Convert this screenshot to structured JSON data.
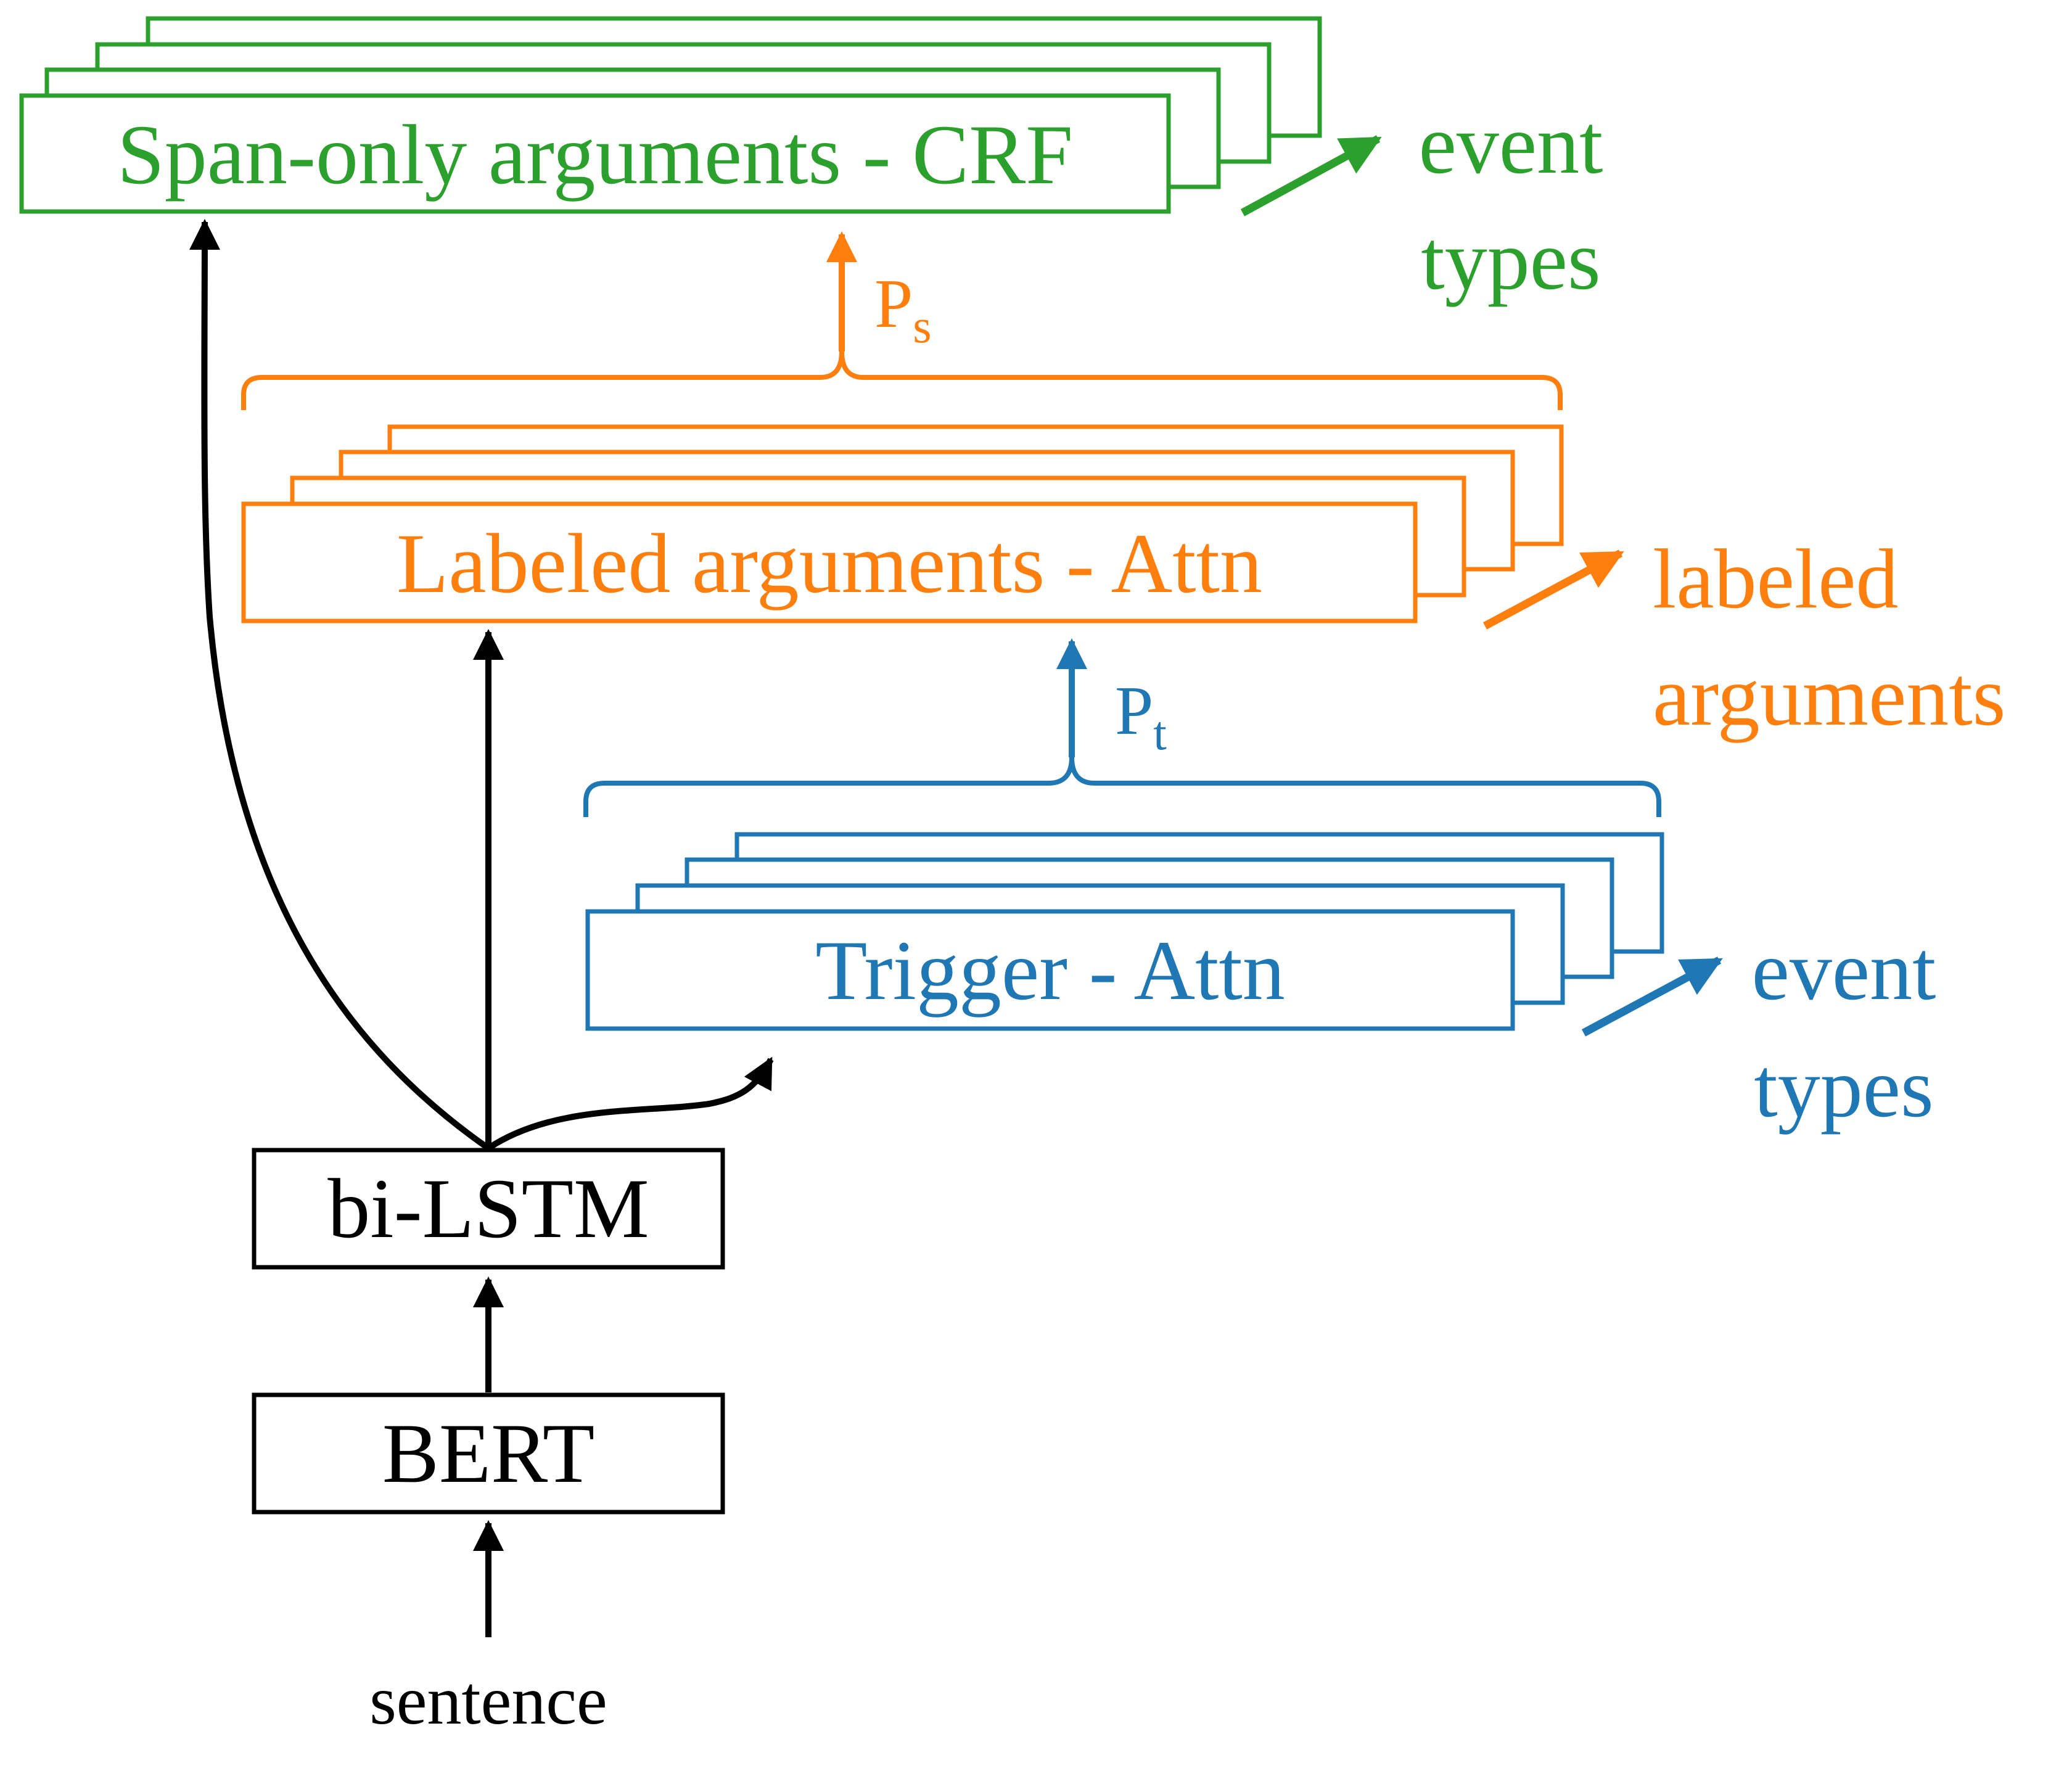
{
  "colors": {
    "black": "#000000",
    "green": "#2ca02c",
    "orange": "#ff7f0e",
    "blue": "#1f77b4"
  },
  "labels": {
    "sentence": "sentence",
    "bert": "BERT",
    "bilstm": "bi-LSTM",
    "trigger": "Trigger - Attn",
    "labeled": "Labeled arguments - Attn",
    "span": "Span-only arguments - CRF",
    "pt_main": "P",
    "pt_sub": "t",
    "ps_main": "P",
    "ps_sub": "s",
    "trigger_out_1": "event",
    "trigger_out_2": "types",
    "labeled_out_1": "labeled",
    "labeled_out_2": "arguments",
    "span_out_1": "event",
    "span_out_2": "types"
  }
}
